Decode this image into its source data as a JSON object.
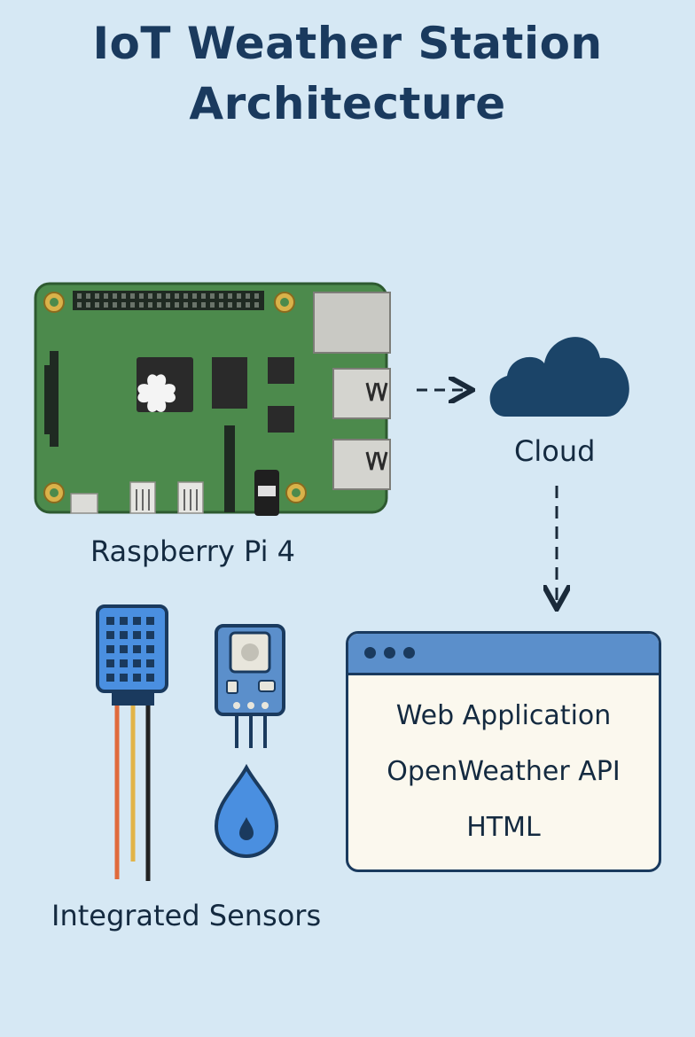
{
  "title": {
    "line1": "IoT Weather Station",
    "line2": "Architecture"
  },
  "nodes": {
    "raspberry_pi": {
      "label": "Raspberry Pi 4",
      "icon": "raspberry-pi-board-icon"
    },
    "cloud": {
      "label": "Cloud",
      "icon": "cloud-icon"
    },
    "sensors": {
      "label": "Integrated Sensors",
      "icons": [
        "temperature-humidity-sensor-icon",
        "pressure-sensor-icon",
        "water-drop-icon"
      ]
    },
    "web_app": {
      "icon": "browser-window-icon",
      "lines": [
        "Web Application",
        "OpenWeather API",
        "HTML"
      ]
    }
  },
  "edges": [
    {
      "from": "raspberry_pi",
      "to": "cloud",
      "style": "dashed-arrow"
    },
    {
      "from": "cloud",
      "to": "web_app",
      "style": "dashed-arrow"
    }
  ],
  "colors": {
    "background": "#d6e8f4",
    "title": "#1a3a5e",
    "board_green": "#4c8a4c",
    "cloud": "#1b4468",
    "accent_blue": "#5b8fcb"
  }
}
